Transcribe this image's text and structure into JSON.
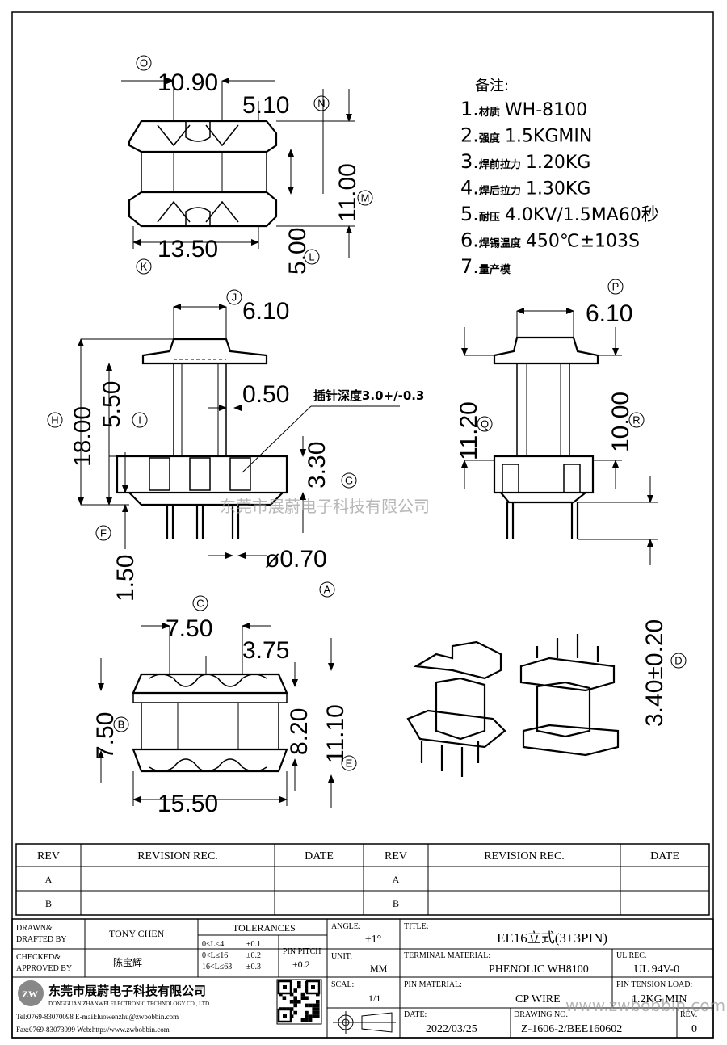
{
  "notes": {
    "heading": "备注:",
    "items": [
      {
        "num": "1.",
        "label": "材质",
        "value": "WH-8100"
      },
      {
        "num": "2.",
        "label": "强度",
        "value": "1.5KGMIN"
      },
      {
        "num": "3.",
        "label": "焊前拉力",
        "value": "1.20KG"
      },
      {
        "num": "4.",
        "label": "焊后拉力",
        "value": "1.30KG"
      },
      {
        "num": "5.",
        "label": "耐压",
        "value": "4.0KV/1.5MA60秒"
      },
      {
        "num": "6.",
        "label": "焊锡温度",
        "value": "450℃±103S"
      },
      {
        "num": "7.",
        "label": "量产模",
        "value": ""
      }
    ]
  },
  "dims": {
    "O": "10.90",
    "N": "5.10",
    "M": "11.00",
    "K": "13.50",
    "L": "5.00",
    "J": "6.10",
    "P": "6.10",
    "H": "18.00",
    "I": "5.50",
    "pin_gap": "0.50",
    "G": "3.30",
    "F": "1.50",
    "A": "ø0.70",
    "Q": "11.20",
    "R": "10.00",
    "D": "3.40±0.20",
    "C": "7.50",
    "C2": "3.75",
    "B": "7.50",
    "B2": "8.20",
    "E": "11.10",
    "bottom_width": "15.50"
  },
  "labels": {
    "O": "O",
    "N": "N",
    "M": "M",
    "K": "K",
    "L": "L",
    "J": "J",
    "P": "P",
    "H": "H",
    "I": "I",
    "G": "G",
    "F": "F",
    "A": "A",
    "Q": "Q",
    "R": "R",
    "D": "D",
    "C": "C",
    "B": "B",
    "E": "E"
  },
  "pin_note": "插针深度3.0+/-0.3",
  "watermark_cn": "东莞市展蔚电子科技有限公司",
  "watermark_url": "www.zwbobbin.com",
  "revision": {
    "headers": [
      "REV",
      "REVISION REC.",
      "DATE",
      "REV",
      "REVISION REC.",
      "DATE"
    ],
    "rows": [
      [
        "A",
        "",
        "",
        "A",
        "",
        ""
      ],
      [
        "B",
        "",
        "",
        "B",
        "",
        ""
      ]
    ]
  },
  "title_block": {
    "drawn_label_1": "DRAWN&",
    "drawn_label_2": "DRAFTED BY",
    "drawn_by": "TONY CHEN",
    "checked_label_1": "CHECKED&",
    "checked_label_2": "APPROVED BY",
    "checked_by": "陈宝辉",
    "tolerances_label": "TOLERANCES",
    "tol_rows": [
      {
        "range": "0<L≤4",
        "tol": "±0.1"
      },
      {
        "range": "0<L≤16",
        "tol": "±0.2"
      },
      {
        "range": "16<L≤63",
        "tol": "±0.3"
      }
    ],
    "pin_pitch_label": "PIN PITCH",
    "pin_pitch_value": "±0.2",
    "angle_label": "ANGLE:",
    "angle_value": "±1°",
    "unit_label": "UNIT:",
    "unit_value": "MM",
    "scale_label": "SCAL:",
    "scale_value": "1/1",
    "title_label": "TITLE:",
    "title_value": "EE16立式(3+3PIN)",
    "terminal_label": "TERMINAL MATERIAL:",
    "terminal_value": "PHENOLIC WH8100",
    "ul_label": "UL REC.",
    "ul_value": "UL 94V-0",
    "pin_material_label": "PIN MATERIAL:",
    "pin_material_value": "CP WIRE",
    "tension_label": "PIN TENSION LOAD:",
    "tension_value": "1.2KG MIN",
    "date_label": "DATE:",
    "date_value": "2022/03/25",
    "drawing_label": "DRAWING NO.",
    "drawing_value": "Z-1606-2/BEE160602",
    "rev_label": "REV.",
    "rev_value": "0",
    "company_cn": "东莞市展蔚电子科技有限公司",
    "company_en": "DONGGUAN ZHANWEI ELECTRONIC TECHNOLOGY CO., LTD.",
    "contact_1": "Tel:0769-83070098 E-mail:luowenzhu@zwbobbin.com",
    "contact_2": "Fax:0769-83073099 Web:http://www.zwbobbin.com",
    "logo_text": "ZW"
  }
}
